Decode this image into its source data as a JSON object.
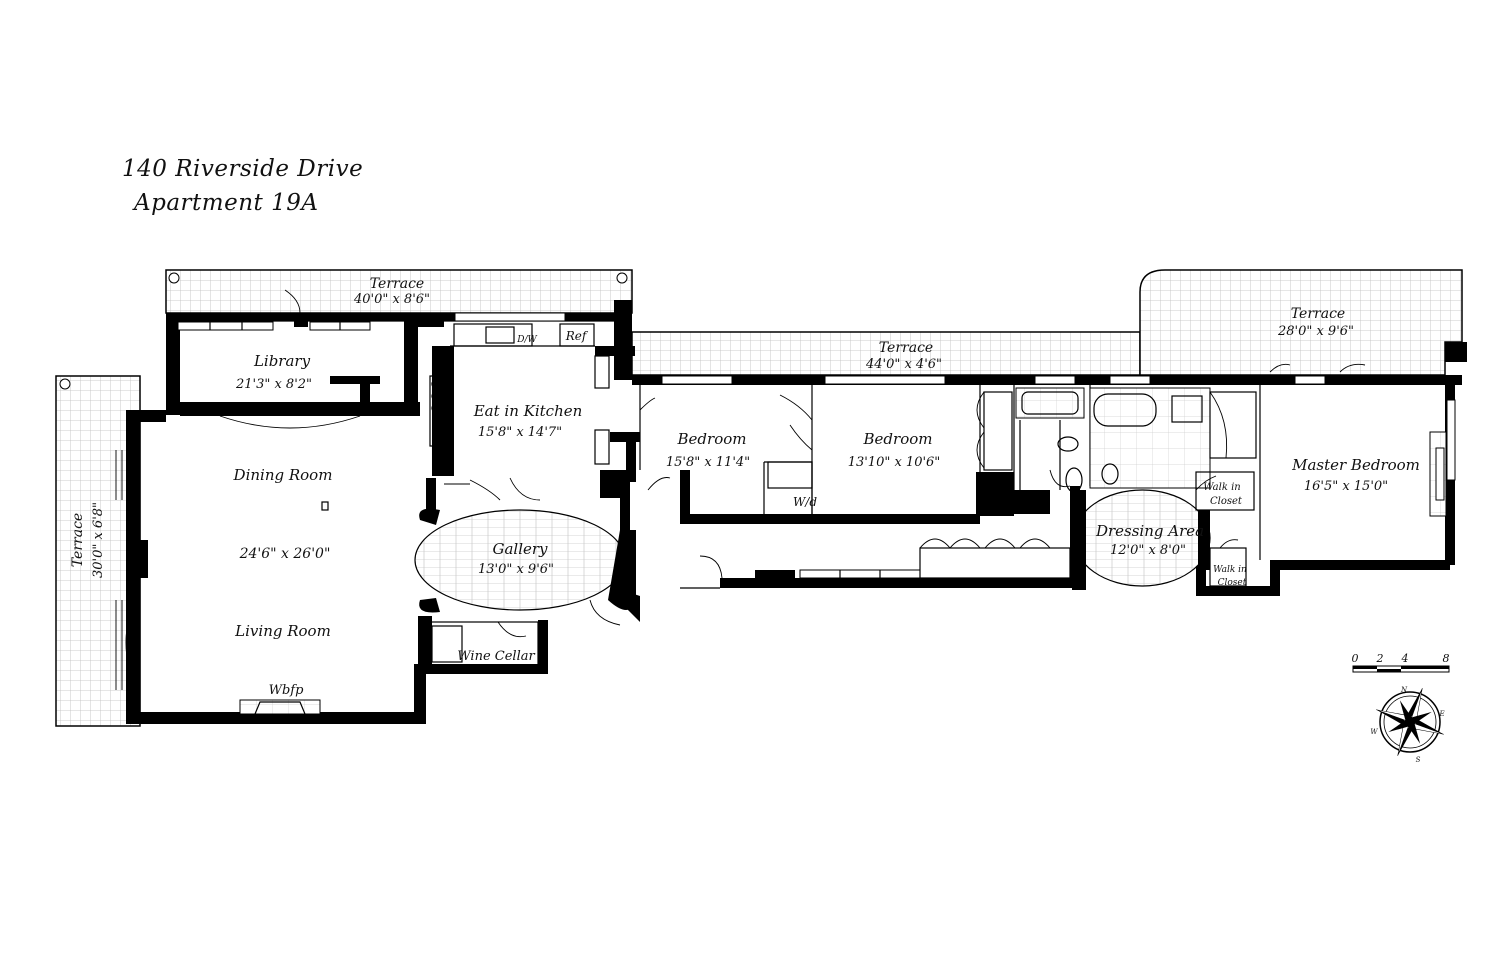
{
  "title": {
    "line1": "140 Riverside Drive",
    "line2": "Apartment 19A"
  },
  "rooms": {
    "terrace_top": {
      "name": "Terrace",
      "dim": "40'0\" x 8'6\""
    },
    "terrace_mid": {
      "name": "Terrace",
      "dim": "44'0\" x 4'6\""
    },
    "terrace_right": {
      "name": "Terrace",
      "dim": "28'0\" x 9'6\""
    },
    "terrace_left": {
      "name": "Terrace",
      "dim": "30'0\" x 6'8\""
    },
    "library": {
      "name": "Library",
      "dim": "21'3\" x 8'2\""
    },
    "kitchen": {
      "name": "Eat in Kitchen",
      "dim": "15'8\" x 14'7\""
    },
    "bedroom1": {
      "name": "Bedroom",
      "dim": "15'8\" x 11'4\""
    },
    "bedroom2": {
      "name": "Bedroom",
      "dim": "13'10\" x 10'6\""
    },
    "master": {
      "name": "Master Bedroom",
      "dim": "16'5\" x 15'0\""
    },
    "dining": {
      "name": "Dining Room"
    },
    "living_dim": "24'6\" x 26'0\"",
    "living": {
      "name": "Living Room"
    },
    "gallery": {
      "name": "Gallery",
      "dim": "13'0\" x 9'6\""
    },
    "dressing": {
      "name": "Dressing Area",
      "dim": "12'0\" x 8'0\""
    },
    "wine": {
      "name": "Wine Cellar"
    }
  },
  "fixtures": {
    "dw": "D/W",
    "ref": "Ref",
    "wd": "W/d",
    "wbfp": "Wbfp",
    "wic1": [
      "Walk in",
      "Closet"
    ],
    "wic2": [
      "Walk in",
      "Closet"
    ]
  },
  "scale": {
    "ticks": [
      "0",
      "2",
      "4",
      "8"
    ]
  },
  "compass": {
    "n": "N",
    "e": "E",
    "s": "S",
    "w": "W"
  },
  "colors": {
    "wall": "#000000",
    "terrace_grid": "#bdbdbd",
    "floor": "#ffffff"
  }
}
